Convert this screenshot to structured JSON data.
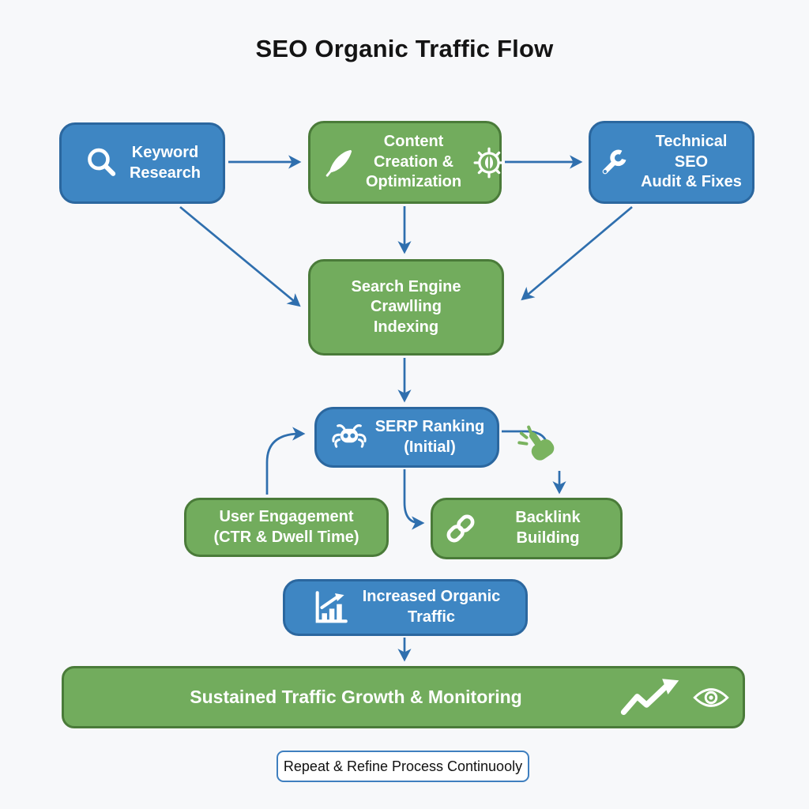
{
  "title": "SEO Organic Traffic Flow",
  "palette": {
    "blue_fill": "#3E86C3",
    "blue_border": "#2B679F",
    "green_fill": "#72AC5D",
    "green_border": "#4A7B39",
    "arrow_blue": "#2F6FAE",
    "hand_green": "#7AB35F",
    "background": "#F7F8FA",
    "node_text": "#FFFFFF",
    "title_text": "#141414"
  },
  "nodes": {
    "keyword_research": {
      "label": "Keyword\nResearch",
      "color": "blue",
      "icon": "magnifier-icon"
    },
    "content_creation": {
      "label": "Content\nCreation &\nOptimization",
      "color": "green",
      "icons": [
        "feather-icon",
        "gear-icon"
      ]
    },
    "technical_seo": {
      "label": "Technical SEO\nAudit & Fixes",
      "color": "blue",
      "icon": "wrench-icon"
    },
    "search_engine": {
      "label": "Search Engine\nCrawlling\nIndexing",
      "color": "green"
    },
    "serp_ranking": {
      "label": "SERP Ranking\n(Initial)",
      "color": "blue",
      "icon": "crawler-bot-icon"
    },
    "user_engagement": {
      "label": "User Engagement\n(CTR & Dwell Time)",
      "color": "green"
    },
    "backlink_building": {
      "label": "Backlink Building",
      "color": "green",
      "icon": "chain-link-icon"
    },
    "increased_traffic": {
      "label": "Increased Organic\nTraffic",
      "color": "blue",
      "icon": "bar-chart-trend-icon"
    },
    "sustained_growth": {
      "label": "Sustained Traffic Growth & Monitoring",
      "color": "green",
      "icons": [
        "trend-arrow-icon",
        "eye-icon"
      ]
    }
  },
  "edges": [
    {
      "from": "keyword_research",
      "to": "content_creation"
    },
    {
      "from": "content_creation",
      "to": "technical_seo"
    },
    {
      "from": "keyword_research",
      "to": "search_engine"
    },
    {
      "from": "content_creation",
      "to": "search_engine"
    },
    {
      "from": "technical_seo",
      "to": "search_engine"
    },
    {
      "from": "search_engine",
      "to": "serp_ranking"
    },
    {
      "from": "user_engagement",
      "to": "serp_ranking"
    },
    {
      "from": "serp_ranking",
      "to": "backlink_building"
    },
    {
      "from": "serp_ranking",
      "to": "backlink_building",
      "via": "click-hand-icon"
    },
    {
      "from": "increased_traffic",
      "to": "sustained_growth"
    }
  ],
  "footer_note": {
    "label": "Repeat & Refine Process Continuooly"
  }
}
